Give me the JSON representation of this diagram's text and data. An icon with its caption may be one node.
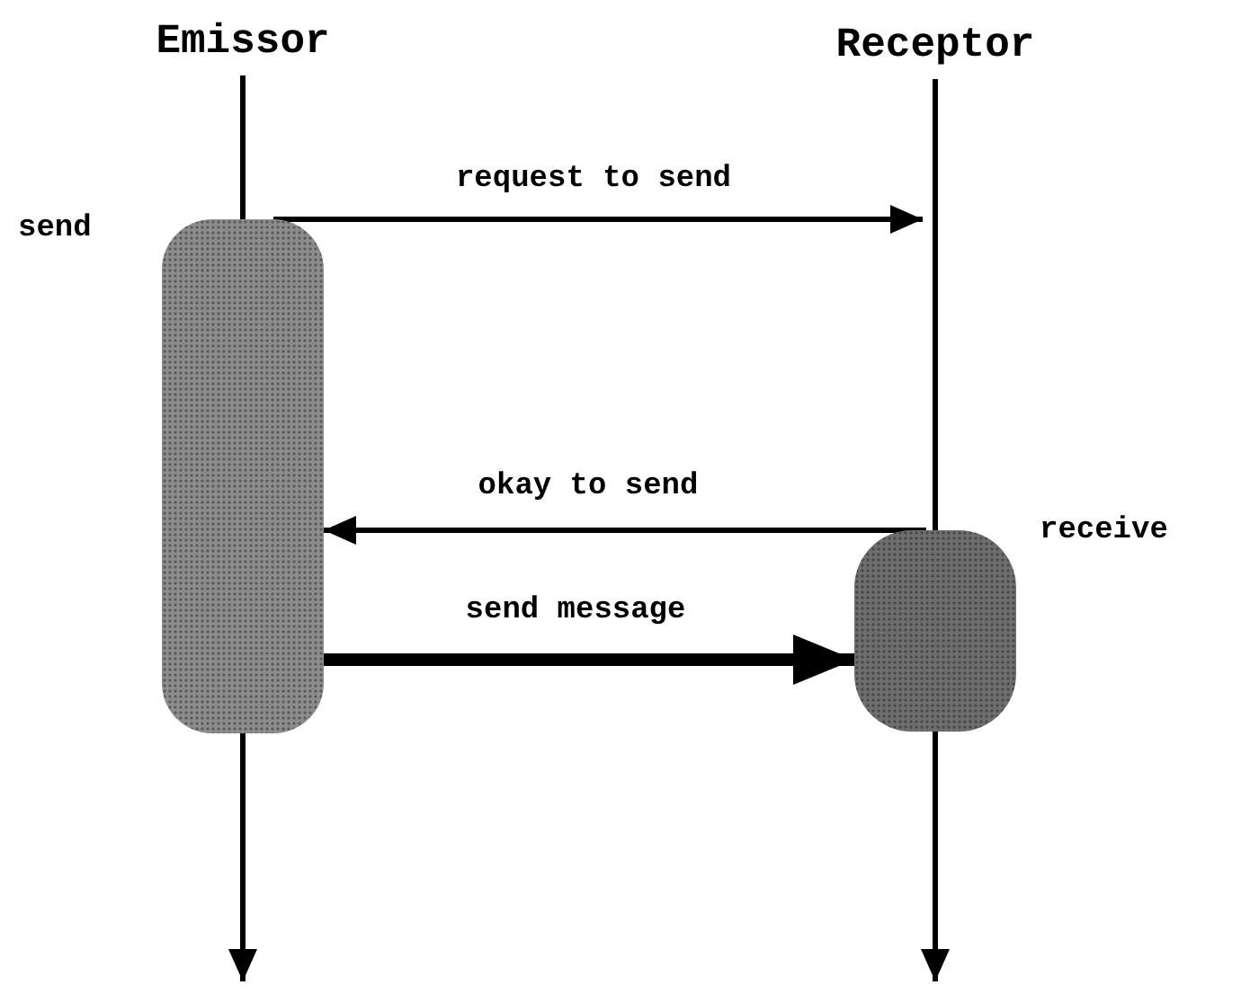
{
  "diagram": {
    "nodes": [
      {
        "text": [
          "Emissor"
        ]
      },
      {
        "text": [
          "Receptor"
        ]
      },
      {
        "text": [],
        "shape": "box",
        "beside": [
          "send"
        ]
      },
      {
        "text": [],
        "shape": "box",
        "beside": [
          "receive"
        ]
      }
    ],
    "edges": [
      {
        "from": 0,
        "to": 2,
        "arrow": "none"
      },
      {
        "from": 2,
        "to": null,
        "arrow": "to"
      },
      {
        "from": 1,
        "to": 3,
        "arrow": "none"
      },
      {
        "from": 3,
        "to": null,
        "arrow": "to"
      },
      {
        "from": 2,
        "to": null,
        "arrow": "to",
        "label": "request to send"
      },
      {
        "from": 3,
        "to": 2,
        "arrow": "to",
        "label": "okay to send"
      },
      {
        "from": 2,
        "to": 3,
        "arrow": "to",
        "label": "send message",
        "style": "thick"
      }
    ]
  }
}
